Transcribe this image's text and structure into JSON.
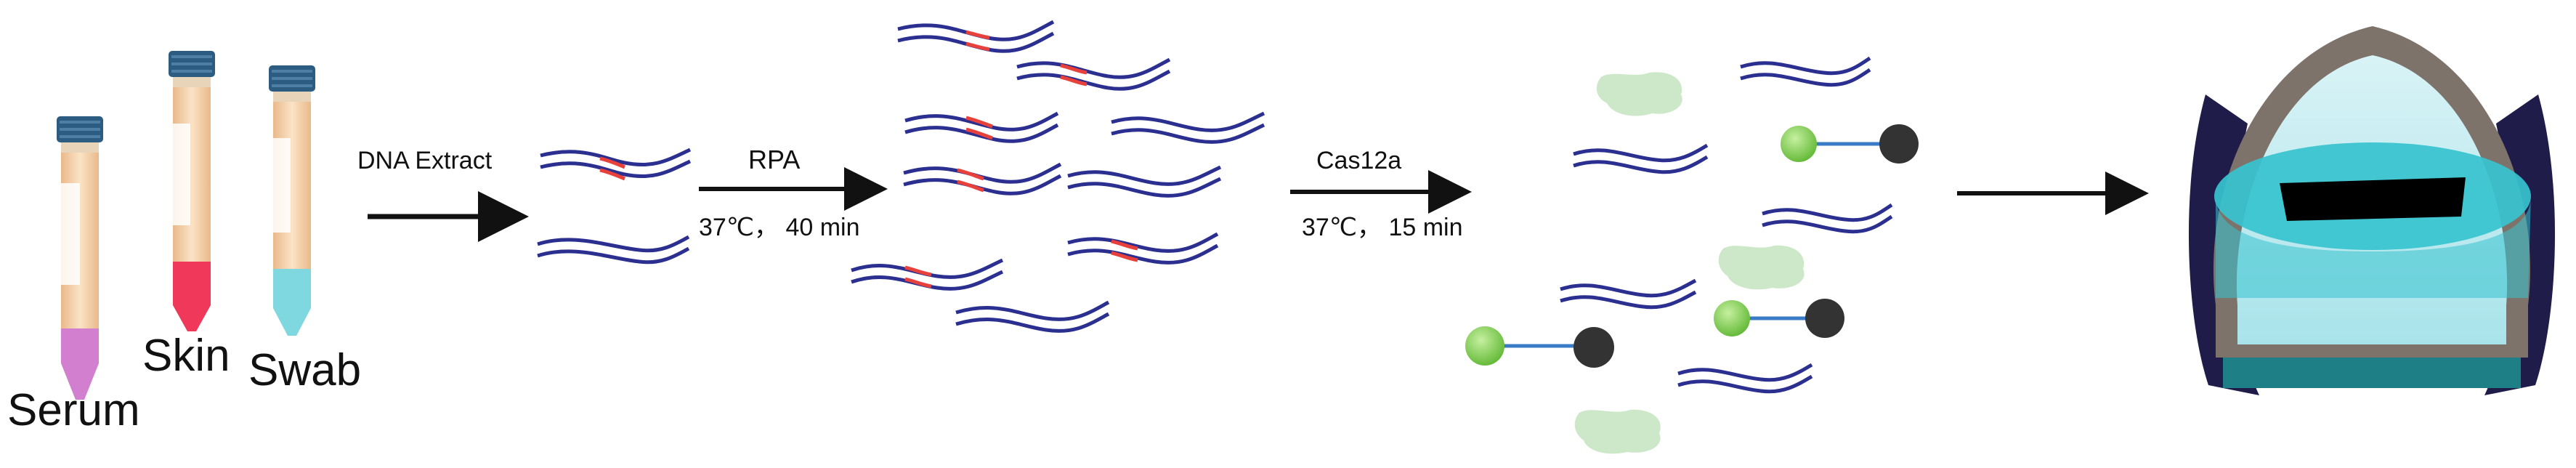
{
  "samples": {
    "serum": "Serum",
    "skin": "Skin",
    "swab": "Swab"
  },
  "steps": {
    "extract": "DNA  Extract",
    "rpa": "RPA",
    "rpa_condition": "37℃，  40 min",
    "cas": "Cas12a",
    "cas_condition": "37℃，  15 min"
  },
  "colors": {
    "dna_strand": "#2b2f8f",
    "target_site": "#e8413c",
    "fluorophore": "#7ac943",
    "quencher": "#333333",
    "reporter_linker": "#3a7bc8",
    "cleaved_fragment": "#cde8c8",
    "serum_liquid": "#d37fd0",
    "skin_liquid": "#f0385a",
    "swab_liquid": "#7fd8e0",
    "tube_body": "#f7d3a8",
    "tube_cap": "#2d5c82",
    "device_frame": "#7d736b",
    "device_glow": "#36c3cf",
    "device_base": "#1e7f86",
    "device_shell": "#1f1c4a",
    "arrow": "#111111"
  },
  "icons": [
    "sample-tube-icon",
    "dna-duplex-icon",
    "fluorescent-reporter-icon",
    "detection-device-icon",
    "arrow-icon"
  ]
}
